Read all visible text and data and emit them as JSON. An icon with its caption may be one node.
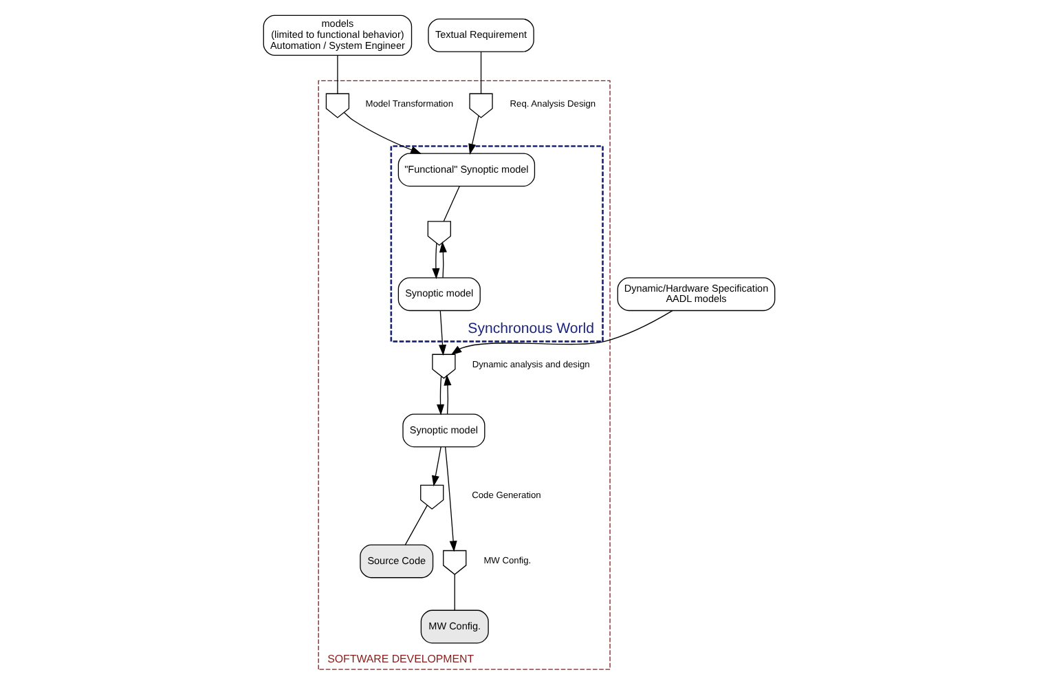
{
  "diagram": {
    "nodes": [
      {
        "text": [
          "models",
          "(limited to functional behavior)",
          "Automation / System Engineer"
        ]
      },
      {
        "text": [
          "Textual Requirement"
        ]
      },
      {
        "text": [
          "Dynamic/Hardware Specification",
          "AADL models"
        ]
      },
      {
        "text": [
          "SOFTWARE DEVELOPMENT"
        ]
      },
      {
        "text": [],
        "shape": "pentagon",
        "beside": [
          "Model Transformation"
        ],
        "in": 3
      },
      {
        "text": [],
        "shape": "pentagon",
        "beside": [
          "Req. Analysis Design"
        ],
        "in": 3
      },
      {
        "text": [
          "Synchronous World"
        ],
        "in": 3
      },
      {
        "text": [
          "\"Functional\" Synoptic model"
        ],
        "in": 6
      },
      {
        "text": [],
        "shape": "pentagon",
        "in": 6
      },
      {
        "text": [
          "Synoptic model"
        ],
        "in": 6
      },
      {
        "text": [],
        "shape": "pentagon",
        "beside": [
          "Dynamic analysis and design"
        ],
        "in": 3
      },
      {
        "text": [
          "Synoptic model"
        ],
        "in": 3
      },
      {
        "text": [],
        "shape": "pentagon",
        "beside": [
          "Code Generation"
        ],
        "in": 3
      },
      {
        "text": [],
        "shape": "pentagon",
        "beside": [
          "MW Config."
        ],
        "in": 3
      },
      {
        "text": [
          "Source Code"
        ],
        "in": 3
      },
      {
        "text": [
          "MW Config."
        ],
        "in": 3
      }
    ],
    "edges": [
      {
        "from": 0,
        "to": 4,
        "arrow": "none"
      },
      {
        "from": 1,
        "to": 5,
        "arrow": "none"
      },
      {
        "from": 4,
        "to": 7,
        "arrow": "to"
      },
      {
        "from": 5,
        "to": 7,
        "arrow": "to"
      },
      {
        "from": 7,
        "to": 8,
        "arrow": "none"
      },
      {
        "from": 8,
        "to": 9,
        "arrow": "to"
      },
      {
        "from": 9,
        "to": 8,
        "arrow": "to"
      },
      {
        "from": 9,
        "to": 10,
        "arrow": "to"
      },
      {
        "from": 2,
        "to": 10,
        "arrow": "to"
      },
      {
        "from": 11,
        "to": 10,
        "arrow": "to"
      },
      {
        "from": 10,
        "to": 11,
        "arrow": "to"
      },
      {
        "from": 11,
        "to": 12,
        "arrow": "to"
      },
      {
        "from": 11,
        "to": 13,
        "arrow": "to"
      },
      {
        "from": 12,
        "to": 14,
        "arrow": "none"
      },
      {
        "from": 13,
        "to": 15,
        "arrow": "none"
      }
    ]
  }
}
